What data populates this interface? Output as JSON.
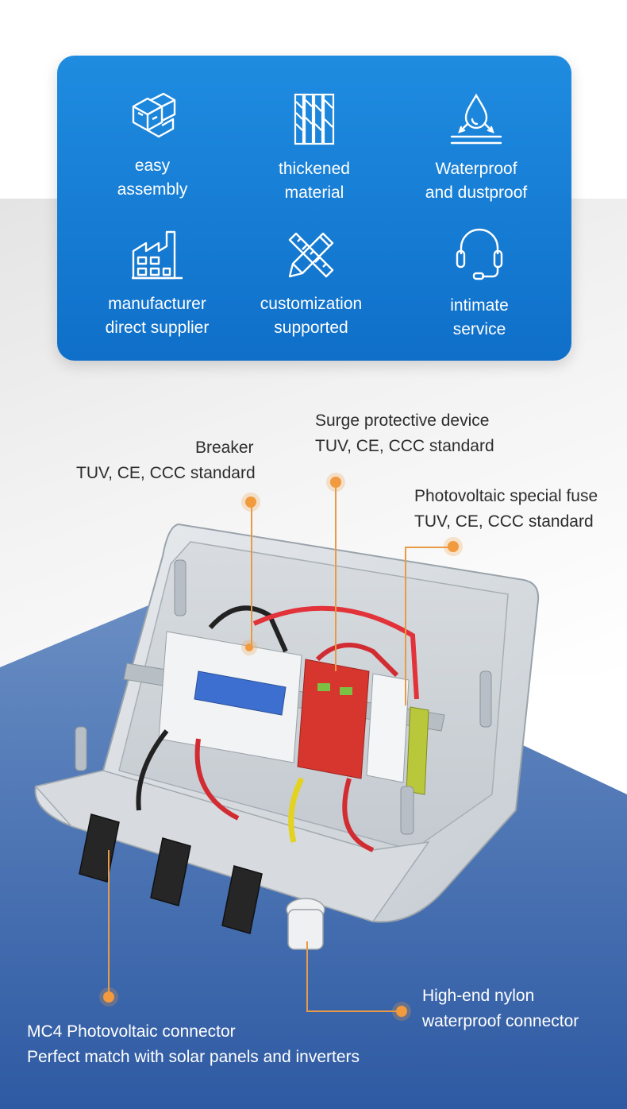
{
  "features": [
    {
      "line1": "easy",
      "line2": "assembly",
      "icon": "blocks-icon"
    },
    {
      "line1": "thickened",
      "line2": "material",
      "icon": "layers-icon"
    },
    {
      "line1": "Waterproof",
      "line2": "and dustproof",
      "icon": "water-drop-icon"
    },
    {
      "line1": "manufacturer",
      "line2": "direct supplier",
      "icon": "factory-icon"
    },
    {
      "line1": "customization",
      "line2": "supported",
      "icon": "pencil-ruler-icon"
    },
    {
      "line1": "intimate",
      "line2": "service",
      "icon": "headset-icon"
    }
  ],
  "callouts": {
    "breaker": {
      "title": "Breaker",
      "detail": "TUV, CE, CCC standard"
    },
    "surge": {
      "title": "Surge protective device",
      "detail": "TUV, CE, CCC standard"
    },
    "fuse": {
      "title": "Photovoltaic special fuse",
      "detail": "TUV, CE, CCC standard"
    },
    "nylon": {
      "title": "High-end nylon",
      "detail": "waterproof connector"
    },
    "mc4": {
      "title": "MC4 Photovoltaic connector",
      "detail": "Perfect match with solar panels and inverters"
    }
  },
  "colors": {
    "card_blue": "#1580d8",
    "accent_orange": "#f19a3e",
    "band_blue": "#3f6cb0"
  }
}
